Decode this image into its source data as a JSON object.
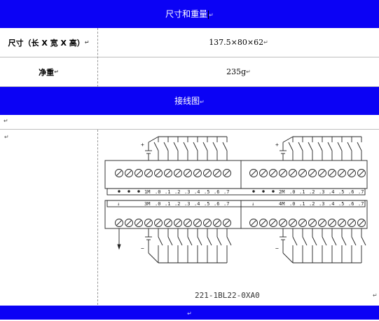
{
  "header": {
    "title": "尺寸和重量",
    "mark": "↵"
  },
  "rows": [
    {
      "label": "尺寸（长 X 宽 X 高）",
      "label_mark": "↵",
      "value": "137.5×80×62",
      "value_mark": "↵"
    },
    {
      "label": "净重",
      "label_mark": "↵",
      "value": "235g",
      "value_mark": "↵"
    }
  ],
  "wiring": {
    "title": "接线图",
    "mark": "↵"
  },
  "empty_row_mark": "↵",
  "diagram_cell_mark": "↵",
  "right_edge_mark": "↵",
  "footer_mark": "↵",
  "diagram": {
    "model": "221-1BL22-0XA0",
    "top_left_label": "1M",
    "top_right_label": "2M",
    "bottom_left_label": "3M",
    "bottom_right_label": "4M",
    "terminal_numbers": [
      ".0",
      ".1",
      ".2",
      ".3",
      ".4",
      ".5",
      ".6",
      ".7"
    ],
    "plus": "+",
    "minus": "−"
  },
  "colors": {
    "header_bg": "#0b02f5",
    "header_text": "#ffffff"
  }
}
